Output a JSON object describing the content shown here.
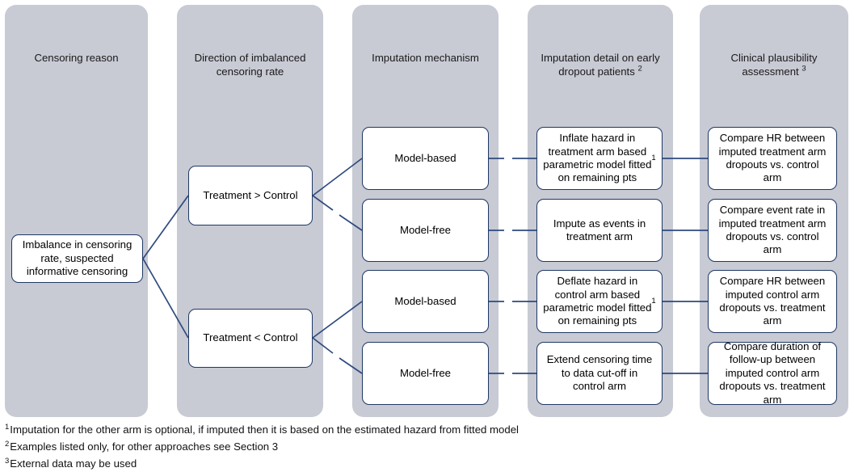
{
  "diagram": {
    "title": "Imbalanced censoring imputation decision flow",
    "colors": {
      "panel_fill": "#C8CAD4",
      "node_border": "#1F3864",
      "node_fill": "#FFFFFF",
      "connector": "#2E4A7D",
      "text": "#000000",
      "background": "#FFFFFF"
    }
  },
  "columns": [
    {
      "id": "censoring-reason",
      "header": "Censoring reason"
    },
    {
      "id": "direction-of-imbalanced-censoring-rate",
      "header": "Direction of imbalanced\ncensoring rate"
    },
    {
      "id": "imputation-mechanism",
      "header": "Imputation mechanism"
    },
    {
      "id": "imputation-detail",
      "header": "Imputation detail on early\ndropout patients ",
      "header_sup": "2"
    },
    {
      "id": "clinical-plausibility-assessment",
      "header": "Clinical plausibility\nassessment ",
      "header_sup": "3"
    }
  ],
  "nodes": {
    "reason": "Imbalance in censoring\nrate, suspected\ninformative censoring",
    "direction": [
      "Treatment > Control",
      "Treatment < Control"
    ],
    "mechanism": [
      "Model-based",
      "Model-free",
      "Model-based",
      "Model-free"
    ],
    "detail": [
      {
        "text": "Inflate hazard in\ntreatment arm based\nparametric model fitted\non remaining pts ",
        "sup": "1"
      },
      {
        "text": "Impute as events in\ntreatment arm",
        "sup": ""
      },
      {
        "text": "Deflate hazard in\ncontrol arm based\nparametric model fitted\non remaining pts ",
        "sup": "1"
      },
      {
        "text": "Extend censoring time\nto data cut-off in\ncontrol arm",
        "sup": ""
      }
    ],
    "assessment": [
      "Compare HR between\nimputed treatment arm\ndropouts vs. control\narm",
      "Compare event rate in\nimputed treatment arm\ndropouts vs. control\narm",
      "Compare HR between\nimputed control arm\ndropouts vs. treatment\narm",
      "Compare duration of\nfollow-up between\nimputed control arm\ndropouts vs. treatment\narm"
    ]
  },
  "footnotes": [
    {
      "marker": "1",
      "text": "Imputation for the other arm is optional, if imputed then it is based on the estimated hazard from fitted model"
    },
    {
      "marker": "2",
      "text": "Examples listed only, for other approaches see Section 3"
    },
    {
      "marker": "3",
      "text": "External data may be used"
    }
  ]
}
